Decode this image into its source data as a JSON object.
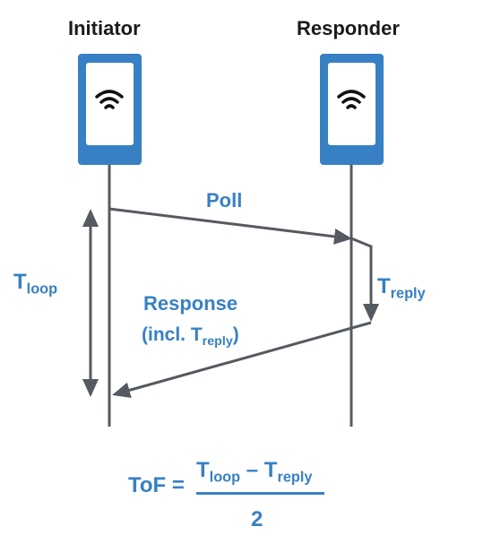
{
  "nodes": {
    "initiator": "Initiator",
    "responder": "Responder"
  },
  "messages": {
    "poll": "Poll",
    "response_line1": "Response",
    "response_line2_prefix": "(incl. T",
    "response_line2_sub": "reply",
    "response_line2_suffix": ")"
  },
  "intervals": {
    "loop_t": "T",
    "loop_sub": "loop",
    "reply_t": "T",
    "reply_sub": "reply"
  },
  "formula": {
    "lhs": "ToF =",
    "numer_t1": "T",
    "numer_sub1": "loop",
    "minus": " – ",
    "numer_t2": "T",
    "numer_sub2": "reply",
    "denominator": "2"
  },
  "colors": {
    "device": "#3880c4",
    "line": "#555a60",
    "label_blue": "#3880c4",
    "label_black": "#1a1a1a"
  },
  "icons": {
    "device": "phone-icon",
    "signal": "wifi-icon"
  }
}
